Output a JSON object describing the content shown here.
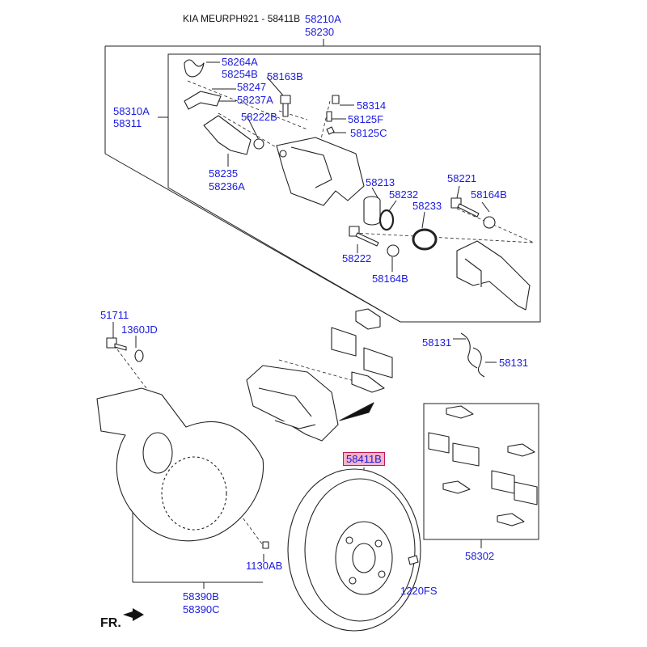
{
  "header": {
    "title": "KIA MEURPH921 - 58411B"
  },
  "colors": {
    "label": "#1a1adf",
    "line": "#222222",
    "highlight_bg": "#f6b3c6",
    "highlight_border": "#c2185b"
  },
  "labels": {
    "p58210A": "58210A",
    "p58230": "58230",
    "p58264A": "58264A",
    "p58254B": "58254B",
    "p58247": "58247",
    "p58237A": "58237A",
    "p58163B": "58163B",
    "p58314": "58314",
    "p58125F": "58125F",
    "p58125C": "58125C",
    "p58310A": "58310A",
    "p58311": "58311",
    "p58222B": "58222B",
    "p58235": "58235",
    "p58236A": "58236A",
    "p58213": "58213",
    "p58232": "58232",
    "p58233": "58233",
    "p58221": "58221",
    "p58164B_top": "58164B",
    "p58222": "58222",
    "p58164B_bot": "58164B",
    "p51711": "51711",
    "p1360JD": "1360JD",
    "p58131_a": "58131",
    "p58131_b": "58131",
    "p58411B": "58411B",
    "p58302": "58302",
    "p1130AB": "1130AB",
    "p1220FS": "1220FS",
    "p58390B": "58390B",
    "p58390C": "58390C",
    "fr": "FR."
  },
  "icons": {
    "direction": "front-arrow-icon"
  }
}
